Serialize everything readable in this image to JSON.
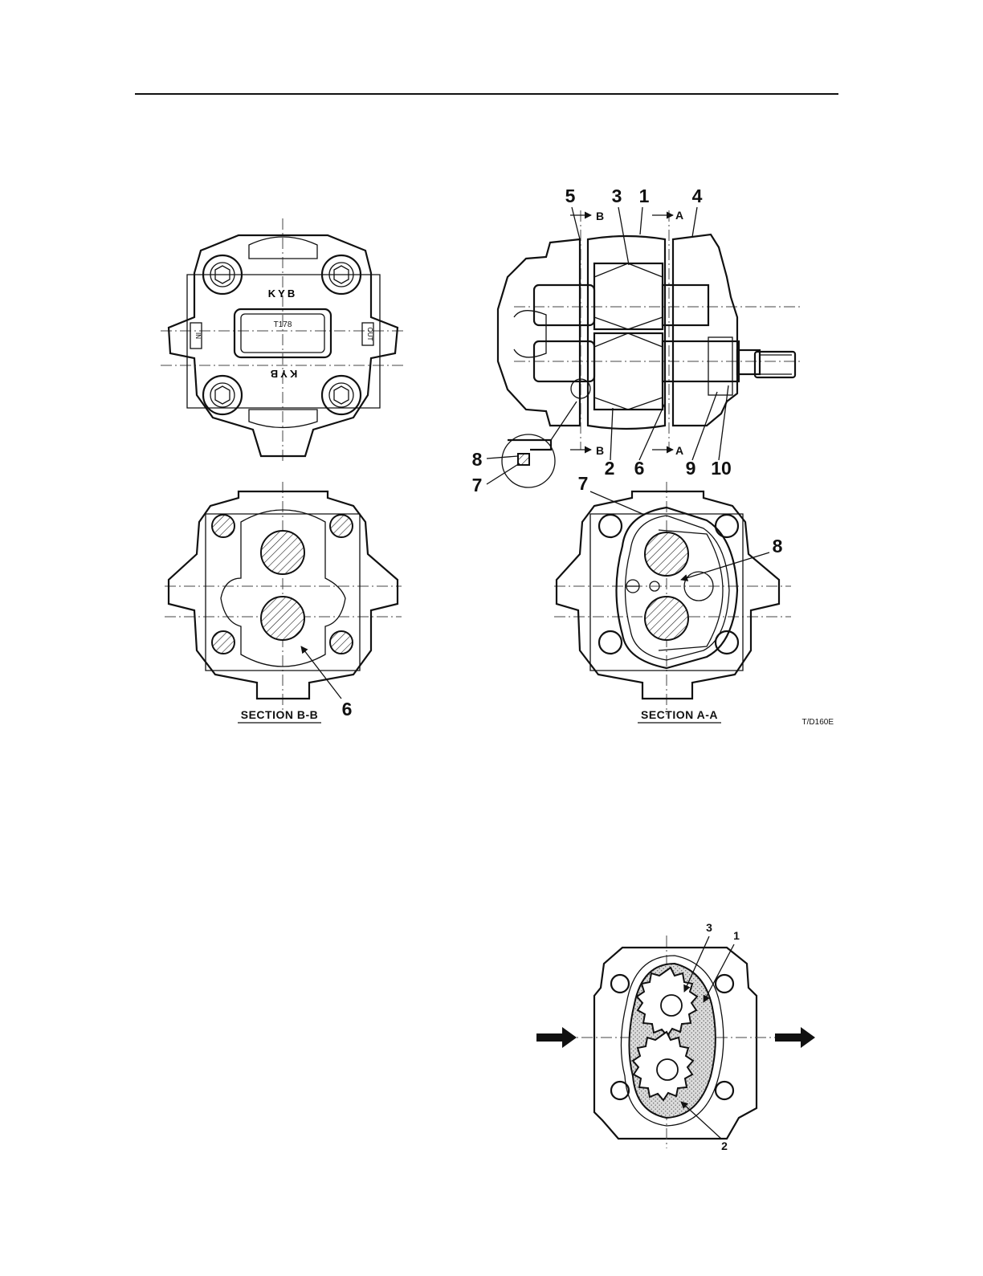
{
  "fig1": {
    "callouts": {
      "c5": "5",
      "c3": "3",
      "c1": "1",
      "c4": "4",
      "c8a": "8",
      "c7a": "7",
      "c2": "2",
      "c6a": "6",
      "c9": "9",
      "c10": "10",
      "c7b": "7",
      "c8b": "8",
      "c6b": "6"
    },
    "cut_marks": {
      "b_top": "B",
      "a_top": "A",
      "b_bottom": "B",
      "a_bottom": "A"
    },
    "cover_marks": {
      "brand_top": "KYB",
      "brand_bottom": "KYB",
      "model_plate": "T178",
      "port_in": "IN",
      "port_out": "OUT"
    },
    "section_titles": {
      "bb": "SECTION  B-B",
      "aa": "SECTION  A-A"
    },
    "figure_ref": "T/D160E"
  },
  "fig2": {
    "callouts": {
      "c3": "3",
      "c1": "1",
      "c2": "2"
    }
  }
}
